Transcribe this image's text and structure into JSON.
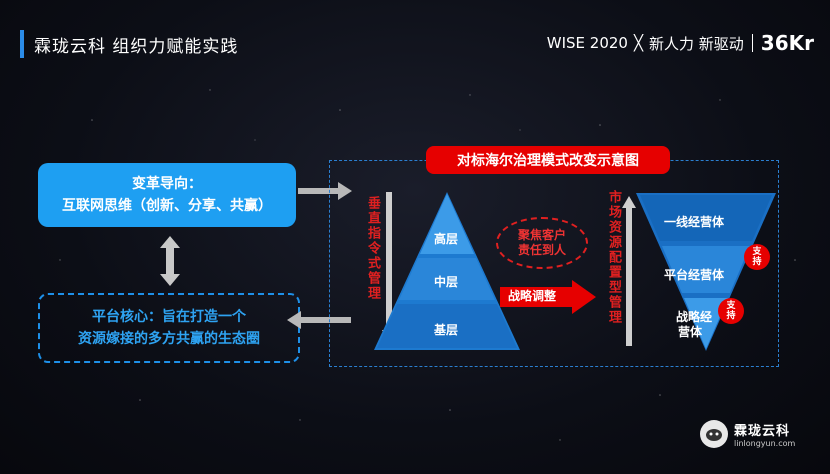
{
  "header": {
    "title": "霖珑云科  组织力赋能实践",
    "brand": {
      "event": "WISE 2020",
      "cross": "╳",
      "slogan": "新人力 新驱动",
      "logo_num": "36",
      "logo_kr": "Kr"
    }
  },
  "left": {
    "change_box": {
      "line1": "变革导向：",
      "line2": "互联网思维（创新、分享、共赢）"
    },
    "platform_box": {
      "line1": "平台核心：旨在打造一个",
      "line2": "资源嫁接的多方共赢的生态圈"
    }
  },
  "diagram": {
    "title": "对标海尔治理模式改变示意图",
    "left_vertical": "垂直指令式管理",
    "right_vertical": "市场资源配置型管理",
    "pyramid": [
      "高层",
      "中层",
      "基层"
    ],
    "focus": {
      "line1": "聚焦客户",
      "line2": "责任到人"
    },
    "strategy_arrow": "战略调整",
    "inverted": [
      "一线经营体",
      "平台经营体",
      "战略经",
      "营体"
    ],
    "support": {
      "line1": "支",
      "line2": "持"
    }
  },
  "footer": {
    "name": "霖珑云科",
    "url": "linlongyun.com"
  },
  "colors": {
    "blue": "#1e9ff2",
    "red": "#e60000",
    "bg": "#0b0d14"
  }
}
